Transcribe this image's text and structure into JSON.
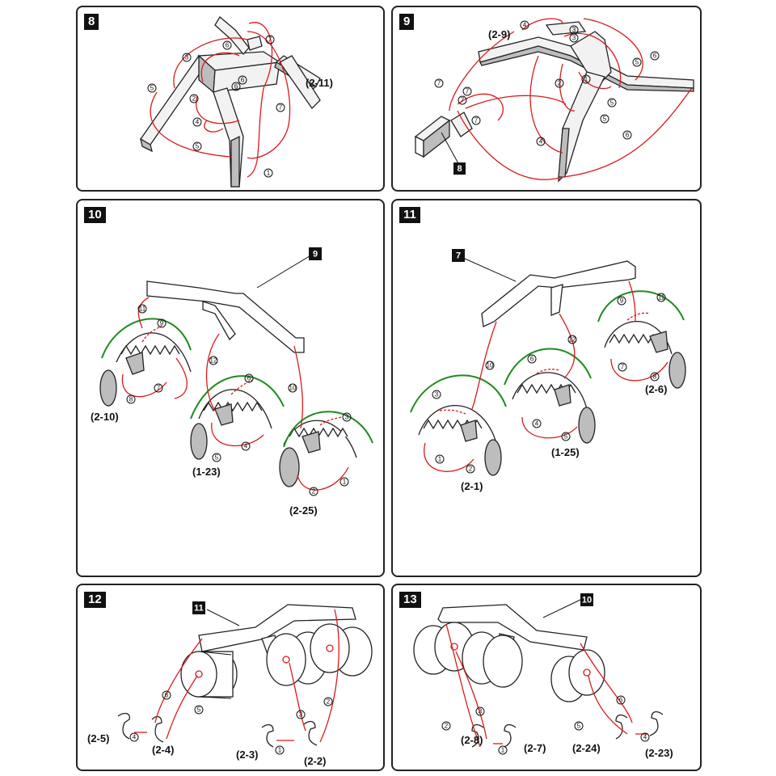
{
  "panels": {
    "p8": {
      "step": "8",
      "labels": {
        "a": "(2-11)"
      }
    },
    "p9": {
      "step": "9",
      "labels": {
        "a": "(2-9)"
      },
      "ref": "8"
    },
    "p10": {
      "step": "10",
      "ref": "9",
      "labels": {
        "a": "(2-10)",
        "b": "(1-23)",
        "c": "(2-25)"
      }
    },
    "p11": {
      "step": "11",
      "ref": "7",
      "labels": {
        "a": "(2-1)",
        "b": "(1-25)",
        "c": "(2-6)"
      }
    },
    "p12": {
      "step": "12",
      "ref": "11",
      "labels": {
        "a": "(2-5)",
        "b": "(2-4)",
        "c": "(2-3)",
        "d": "(2-2)"
      }
    },
    "p13": {
      "step": "13",
      "ref": "10",
      "labels": {
        "a": "(2-8)",
        "b": "(2-7)",
        "c": "(2-24)",
        "d": "(2-23)"
      }
    }
  },
  "step_numbers": [
    "1",
    "2",
    "3",
    "4",
    "5",
    "6",
    "7",
    "8",
    "9",
    "10",
    "11",
    "12"
  ],
  "colors": {
    "fold_lines": "#d81b1b",
    "rotate_arrows": "#1f8a1f",
    "shaded_part": "#bdbdbd"
  },
  "icons": [
    "fold-arrow-icon",
    "rotate-arrow-icon",
    "reference-arrow-icon"
  ]
}
